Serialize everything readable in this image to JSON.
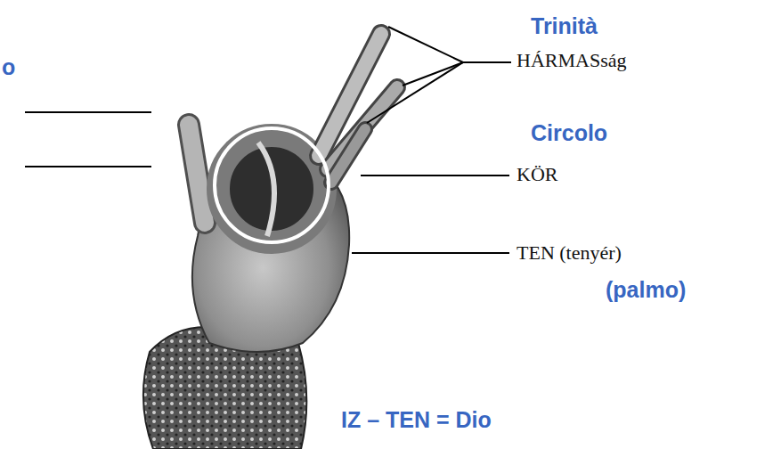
{
  "diagram": {
    "labels": [
      "o",
      "Trinità",
      "HÁRMASság",
      "Circolo",
      "KÖR",
      "TEN (tenyér)",
      "(palmo)",
      "IZ – TEN = Dio"
    ]
  }
}
